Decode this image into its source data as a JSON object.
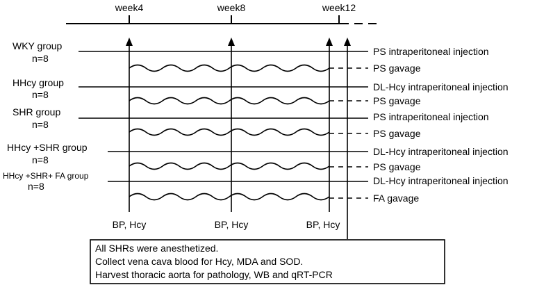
{
  "timeline": {
    "weeks": [
      "week4",
      "week8",
      "week12"
    ]
  },
  "groups": [
    {
      "name": "WKY group",
      "n": "n=8",
      "upper": "PS intraperitoneal injection",
      "lower": "PS gavage"
    },
    {
      "name": "HHcy group",
      "n": "n=8",
      "upper": "DL-Hcy intraperitoneal injection",
      "lower": "PS gavage"
    },
    {
      "name": "SHR  group",
      "n": "n=8",
      "upper": "PS intraperitoneal injection",
      "lower": "PS gavage"
    },
    {
      "name": "HHcy +SHR group",
      "n": "n=8",
      "upper": "DL-Hcy intraperitoneal injection",
      "lower": "PS gavage"
    },
    {
      "name": "HHcy +SHR+ FA group",
      "n": "n=8",
      "upper": "DL-Hcy intraperitoneal injection",
      "lower": "FA gavage"
    }
  ],
  "measurements": [
    "BP, Hcy",
    "BP, Hcy",
    "BP, Hcy"
  ],
  "final_box": {
    "line1": "All SHRs were anesthetized.",
    "line2": "Collect vena cava blood for Hcy, MDA and SOD.",
    "line3": "Harvest thoracic aorta for pathology, WB and qRT-PCR"
  }
}
